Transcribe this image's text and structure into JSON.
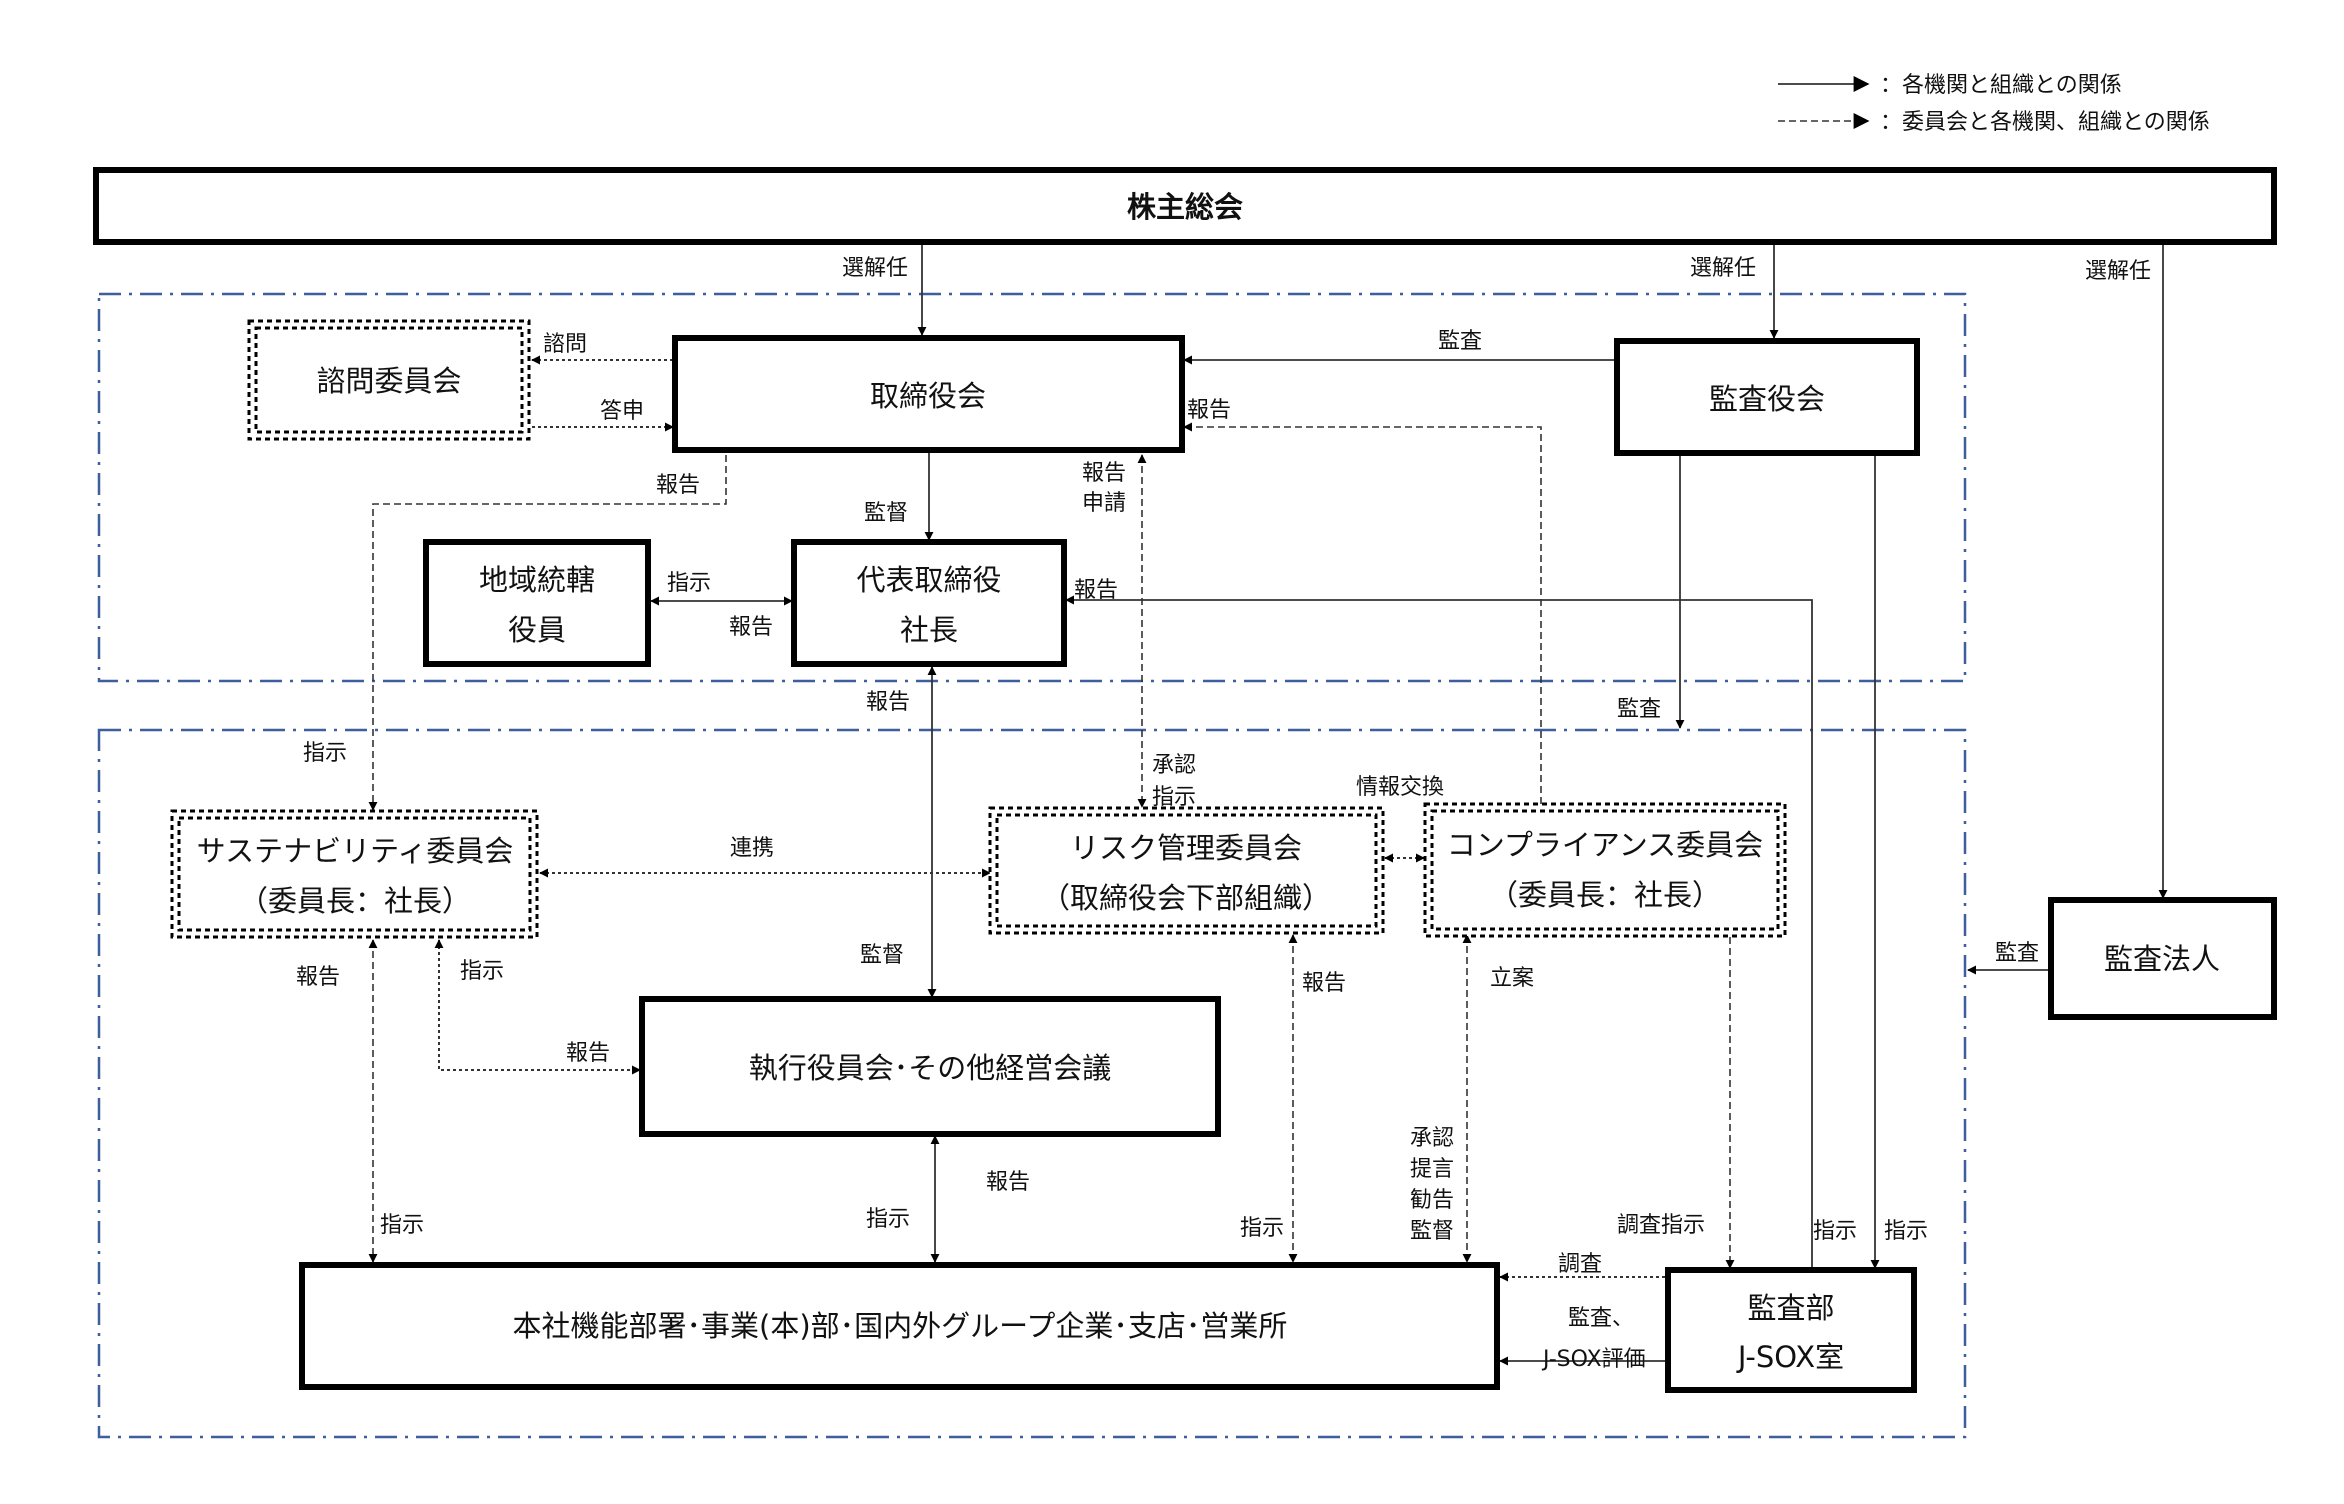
{
  "legend": {
    "solid_label": "：各機関と組織との関係",
    "dotted_label": "：委員会と各機関、組織との関係"
  },
  "boxes": {
    "shareholders": "株主総会",
    "advisory_committee": "諮問委員会",
    "board": "取締役会",
    "audit_board": "監査役会",
    "regional_officer_l1": "地域統轄",
    "regional_officer_l2": "役員",
    "president_l1": "代表取締役",
    "president_l2": "社長",
    "sustainability_l1": "サステナビリティ委員会",
    "sustainability_l2": "（委員長：社長）",
    "risk_l1": "リスク管理委員会",
    "risk_l2": "（取締役会下部組織）",
    "compliance_l1": "コンプライアンス委員会",
    "compliance_l2": "（委員長：社長）",
    "audit_firm": "監査法人",
    "exec_meeting": "執行役員会･その他経営会議",
    "operations": "本社機能部署･事業(本)部･国内外グループ企業･支店･営業所",
    "audit_dept_l1": "監査部",
    "audit_dept_l2": "J-SOX室"
  },
  "labels": {
    "elect1": "選解任",
    "elect2": "選解任",
    "elect3": "選解任",
    "consult": "諮問",
    "answer": "答申",
    "audit_board_to_board": "監査",
    "report_comp_to_board": "報告",
    "report_sust_to_board": "報告",
    "report_risk_to_board_1": "報告",
    "report_risk_to_board_2": "申請",
    "supervise_board": "監督",
    "instruct_regional": "指示",
    "report_regional": "報告",
    "report_to_president": "報告",
    "report_exec_to_pres": "報告",
    "audit_down": "監査",
    "instruct_sust": "指示",
    "approve_risk_1": "承認",
    "approve_risk_2": "指示",
    "info_exchange": "情報交換",
    "cooperation": "連携",
    "supervise_exec": "監督",
    "report_sust_left": "報告",
    "instruct_sust_right": "指示",
    "report_sust_exec": "報告",
    "report_risk_ops": "報告",
    "plan_comp": "立案",
    "audit_firm_audit": "監査",
    "instruct_sust_ops": "指示",
    "instruct_exec_ops": "指示",
    "report_ops_exec": "報告",
    "instruct_risk_ops": "指示",
    "comp_ops_1": "承認",
    "comp_ops_2": "提言",
    "comp_ops_3": "勧告",
    "comp_ops_4": "監督",
    "investigate_instruct": "調査指示",
    "instruct_audit_1": "指示",
    "instruct_audit_2": "指示",
    "investigate": "調査",
    "audit_jsox_1": "監査、",
    "audit_jsox_2": "J-SOX評価"
  }
}
